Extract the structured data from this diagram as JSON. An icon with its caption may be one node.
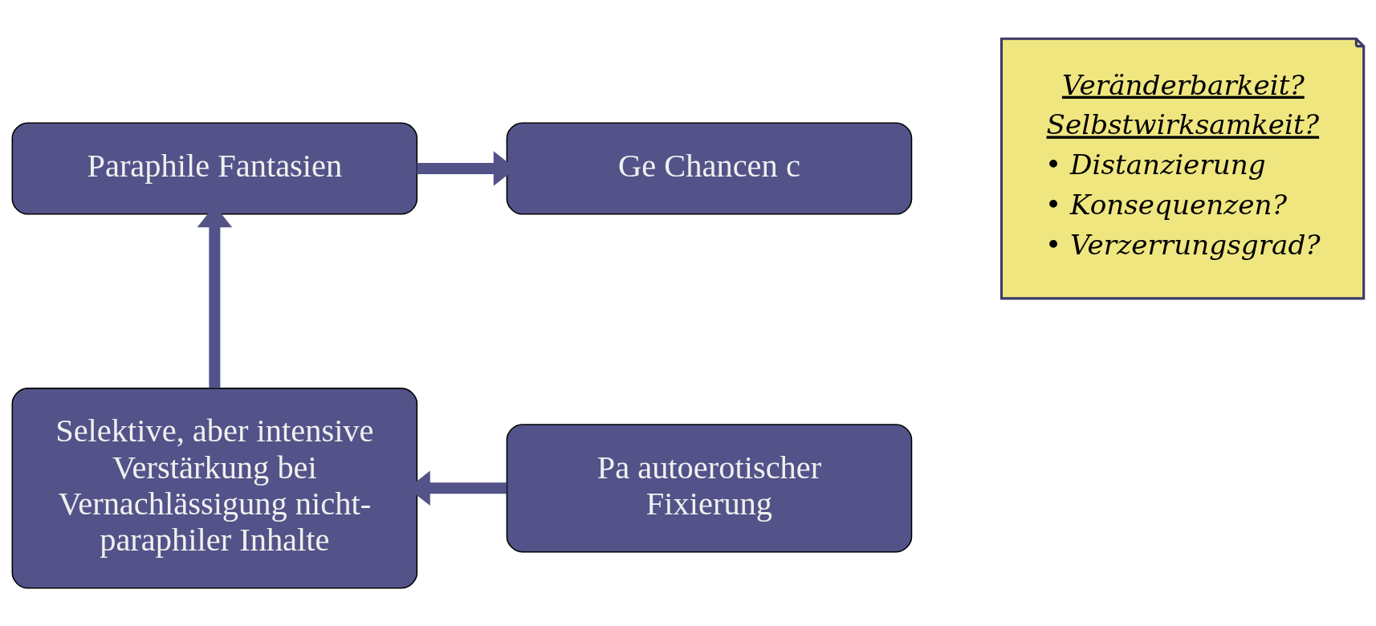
{
  "diagram": {
    "nodes": [
      {
        "text": [
          "Paraphile Fantasien"
        ]
      },
      {
        "text": [
          "Ge Chancen c"
        ]
      },
      {
        "text": [
          "Veränderbarkeit?",
          "Selbstwirksamkeit?",
          "• Distanzierung",
          "• Konsequenzen?",
          "• Verzerrungsgrad?"
        ]
      },
      {
        "text": [
          "Selektive, aber intensive Verstärkung bei Vernachlässigung nicht-paraphiler Inhalte"
        ]
      },
      {
        "text": [
          "Pa autoerotischer Fixierung"
        ]
      }
    ],
    "edges": [
      {
        "from": 0,
        "to": 1,
        "arrow": "to"
      },
      {
        "from": 4,
        "to": 3,
        "arrow": "to"
      },
      {
        "from": 3,
        "to": 0,
        "arrow": "to"
      }
    ]
  }
}
